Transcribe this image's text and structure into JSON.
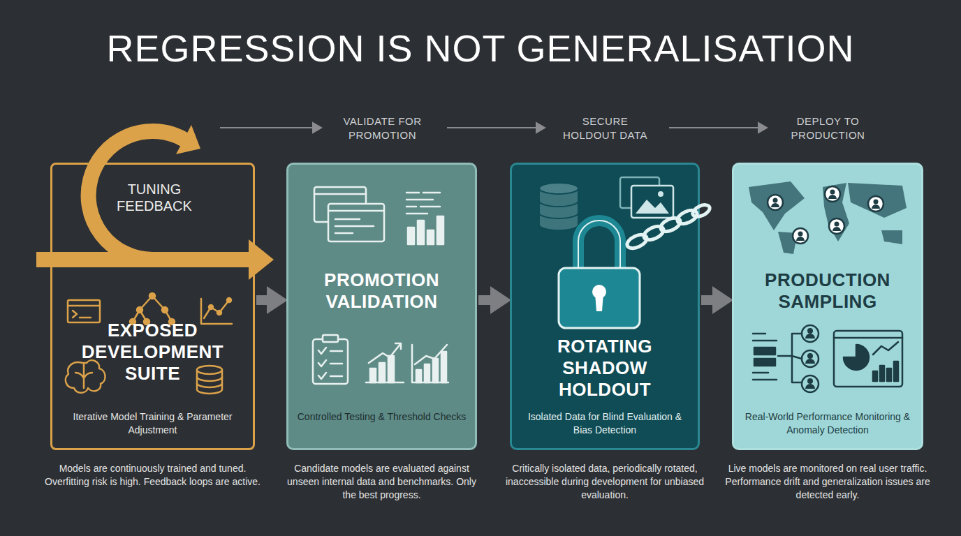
{
  "diagram": {
    "title": "REGRESSION IS NOT GENERALISATION",
    "nodes": [
      {
        "text": [
          "EXPOSED DEVELOPMENT SUITE",
          "Iterative Model Training & Parameter Adjustment"
        ]
      },
      {
        "text": [
          "TUNING FEEDBACK"
        ],
        "in": 0
      },
      {
        "text": [
          "PROMOTION VALIDATION",
          "Controlled Testing & Threshold Checks"
        ]
      },
      {
        "text": [
          "ROTATING SHADOW HOLDOUT",
          "Isolated Data for Blind Evaluation & Bias Detection"
        ]
      },
      {
        "text": [
          "PRODUCTION SAMPLING",
          "Real-World Performance Monitoring & Anomaly Detection"
        ]
      }
    ],
    "edges": [
      {
        "from": 0,
        "to": 2,
        "arrow": "to"
      },
      {
        "from": 2,
        "to": 3,
        "arrow": "to"
      },
      {
        "from": 3,
        "to": 4,
        "arrow": "to"
      }
    ],
    "labels": [
      "VALIDATE FOR PROMOTION",
      "SECURE HOLDOUT DATA",
      "DEPLOY TO PRODUCTION",
      "Models are continuously trained and tuned. Overfitting risk is high. Feedback loops are active.",
      "Candidate models are evaluated against unseen internal data and benchmarks. Only the best progress.",
      "Critically isolated data, periodically rotated, inaccessible during development for unbiased evaluation.",
      "Live models are monitored on real user traffic. Performance drift and generalization issues are detected early."
    ]
  }
}
